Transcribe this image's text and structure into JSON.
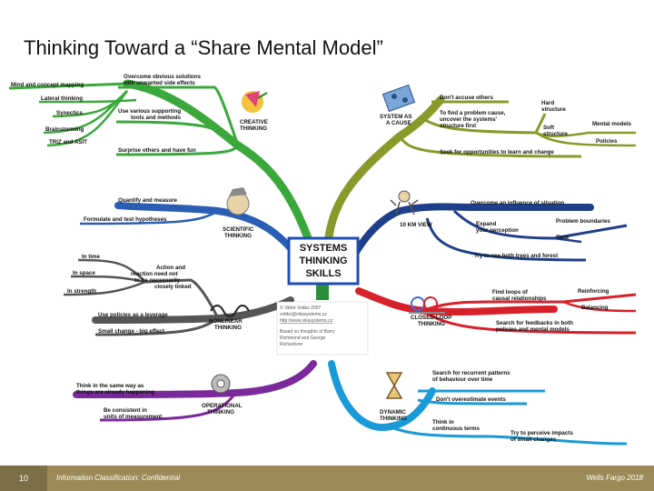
{
  "title": "Thinking Toward a “Share Mental Model”",
  "center": {
    "line1": "SYSTEMS",
    "line2": "THINKING",
    "line3": "SKILLS"
  },
  "credit": {
    "l1": "© Viktor Voitko 2007",
    "l2": "voitko@vikasystems.cz",
    "l3": "http://www.vikasystems.cz",
    "l4": "Based on thoughts of Barry",
    "l5": "Richmond and George",
    "l6": "Richardson"
  },
  "branches": {
    "creative": {
      "title": [
        "CREATIVE",
        "THINKING"
      ],
      "mind_mapping": "Mind and concept mapping",
      "overcome_obvious": [
        "Overcome obvious solutions",
        "with unwanted side effects"
      ],
      "lateral": "Lateral thinking",
      "synectics": "Synectics",
      "brainstorming": "Brainstorming",
      "triz": "TRIZ and ASIT",
      "supporting_tools": [
        "Use various supporting",
        "tools and methods"
      ],
      "surprise": "Surprise others and have fun"
    },
    "system_cause": {
      "title": [
        "SYSTEM AS",
        "A CAUSE"
      ],
      "dont_accuse": "Don't accuse others",
      "find_cause": [
        "To find a problem cause,",
        "uncover the systems'",
        "structure first"
      ],
      "hard": [
        "Hard",
        "structure"
      ],
      "soft": [
        "Soft",
        "structure"
      ],
      "mental_models": "Mental models",
      "policies": "Policies",
      "seek": "Seek for opportunities to learn and change"
    },
    "scientific": {
      "title": [
        "SCIENTIFIC",
        "THINKING"
      ],
      "quantify": "Quantify and measure",
      "hypotheses": "Formulate and test hypotheses"
    },
    "km10": {
      "title": "10 KM VIEW",
      "overcome_influence": "Overcome an influence of situation",
      "expand": [
        "Expand",
        "your perception"
      ],
      "boundaries": "Problem boundaries",
      "time": "Time",
      "trees_forest": "Try to see both trees and forest"
    },
    "nonlinear": {
      "title": [
        "NONLINEAR",
        "THINKING"
      ],
      "in_time": "In time",
      "in_space": "In space",
      "in_strength": "In strength",
      "action_reaction": [
        "Action and",
        "reaction need not",
        "to be necessarily",
        "closely linked"
      ],
      "leverage": "Use policies as a leverage",
      "small_change": "Small change - big effect"
    },
    "closed_loop": {
      "title": [
        "CLOSED-LOOP",
        "THINKING"
      ],
      "find_loops": [
        "Find loops of",
        "causal relationships"
      ],
      "reinforcing": "Reinforcing",
      "balancing": "Balancing",
      "feedbacks": [
        "Search for feedbacks in both",
        "policies and mental models"
      ]
    },
    "operational": {
      "title": [
        "OPERATIONAL",
        "THINKING"
      ],
      "same_way": [
        "Think in the same way as",
        "things are already happening"
      ],
      "consistent": [
        "Be consistent in",
        "units of measurement"
      ]
    },
    "dynamic": {
      "title": [
        "DYNAMIC",
        "THINKING"
      ],
      "recurrent": [
        "Search for recurrent patterns",
        "of behaviour over time"
      ],
      "overestimate": "Don't overestimate events",
      "continuous": [
        "Think in",
        "continuous terms"
      ],
      "impacts": [
        "Try to perceive impacts",
        "of small changes"
      ]
    }
  },
  "footer": {
    "page_number": "10",
    "classification": "Information Classification: Confidential",
    "brand": "Wells Fargo 2018"
  }
}
